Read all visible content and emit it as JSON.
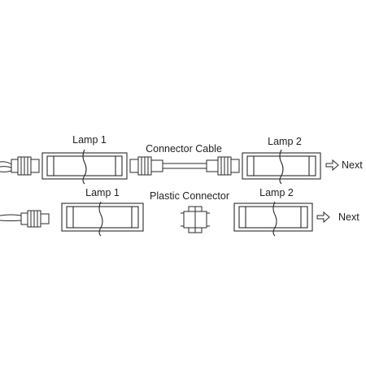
{
  "labels": {
    "row1_lamp1": "Lamp 1",
    "row1_cable": "Connector Cable",
    "row1_lamp2": "Lamp 2",
    "row1_next": "Next",
    "row2_lamp1": "Lamp 1",
    "row2_connector": "Plastic Connector",
    "row2_lamp2": "Lamp 2",
    "row2_next": "Next"
  },
  "icons": [
    "lamp-icon",
    "plug-icon",
    "connector-cable-icon",
    "plastic-connector-icon",
    "arrow-right-icon"
  ]
}
